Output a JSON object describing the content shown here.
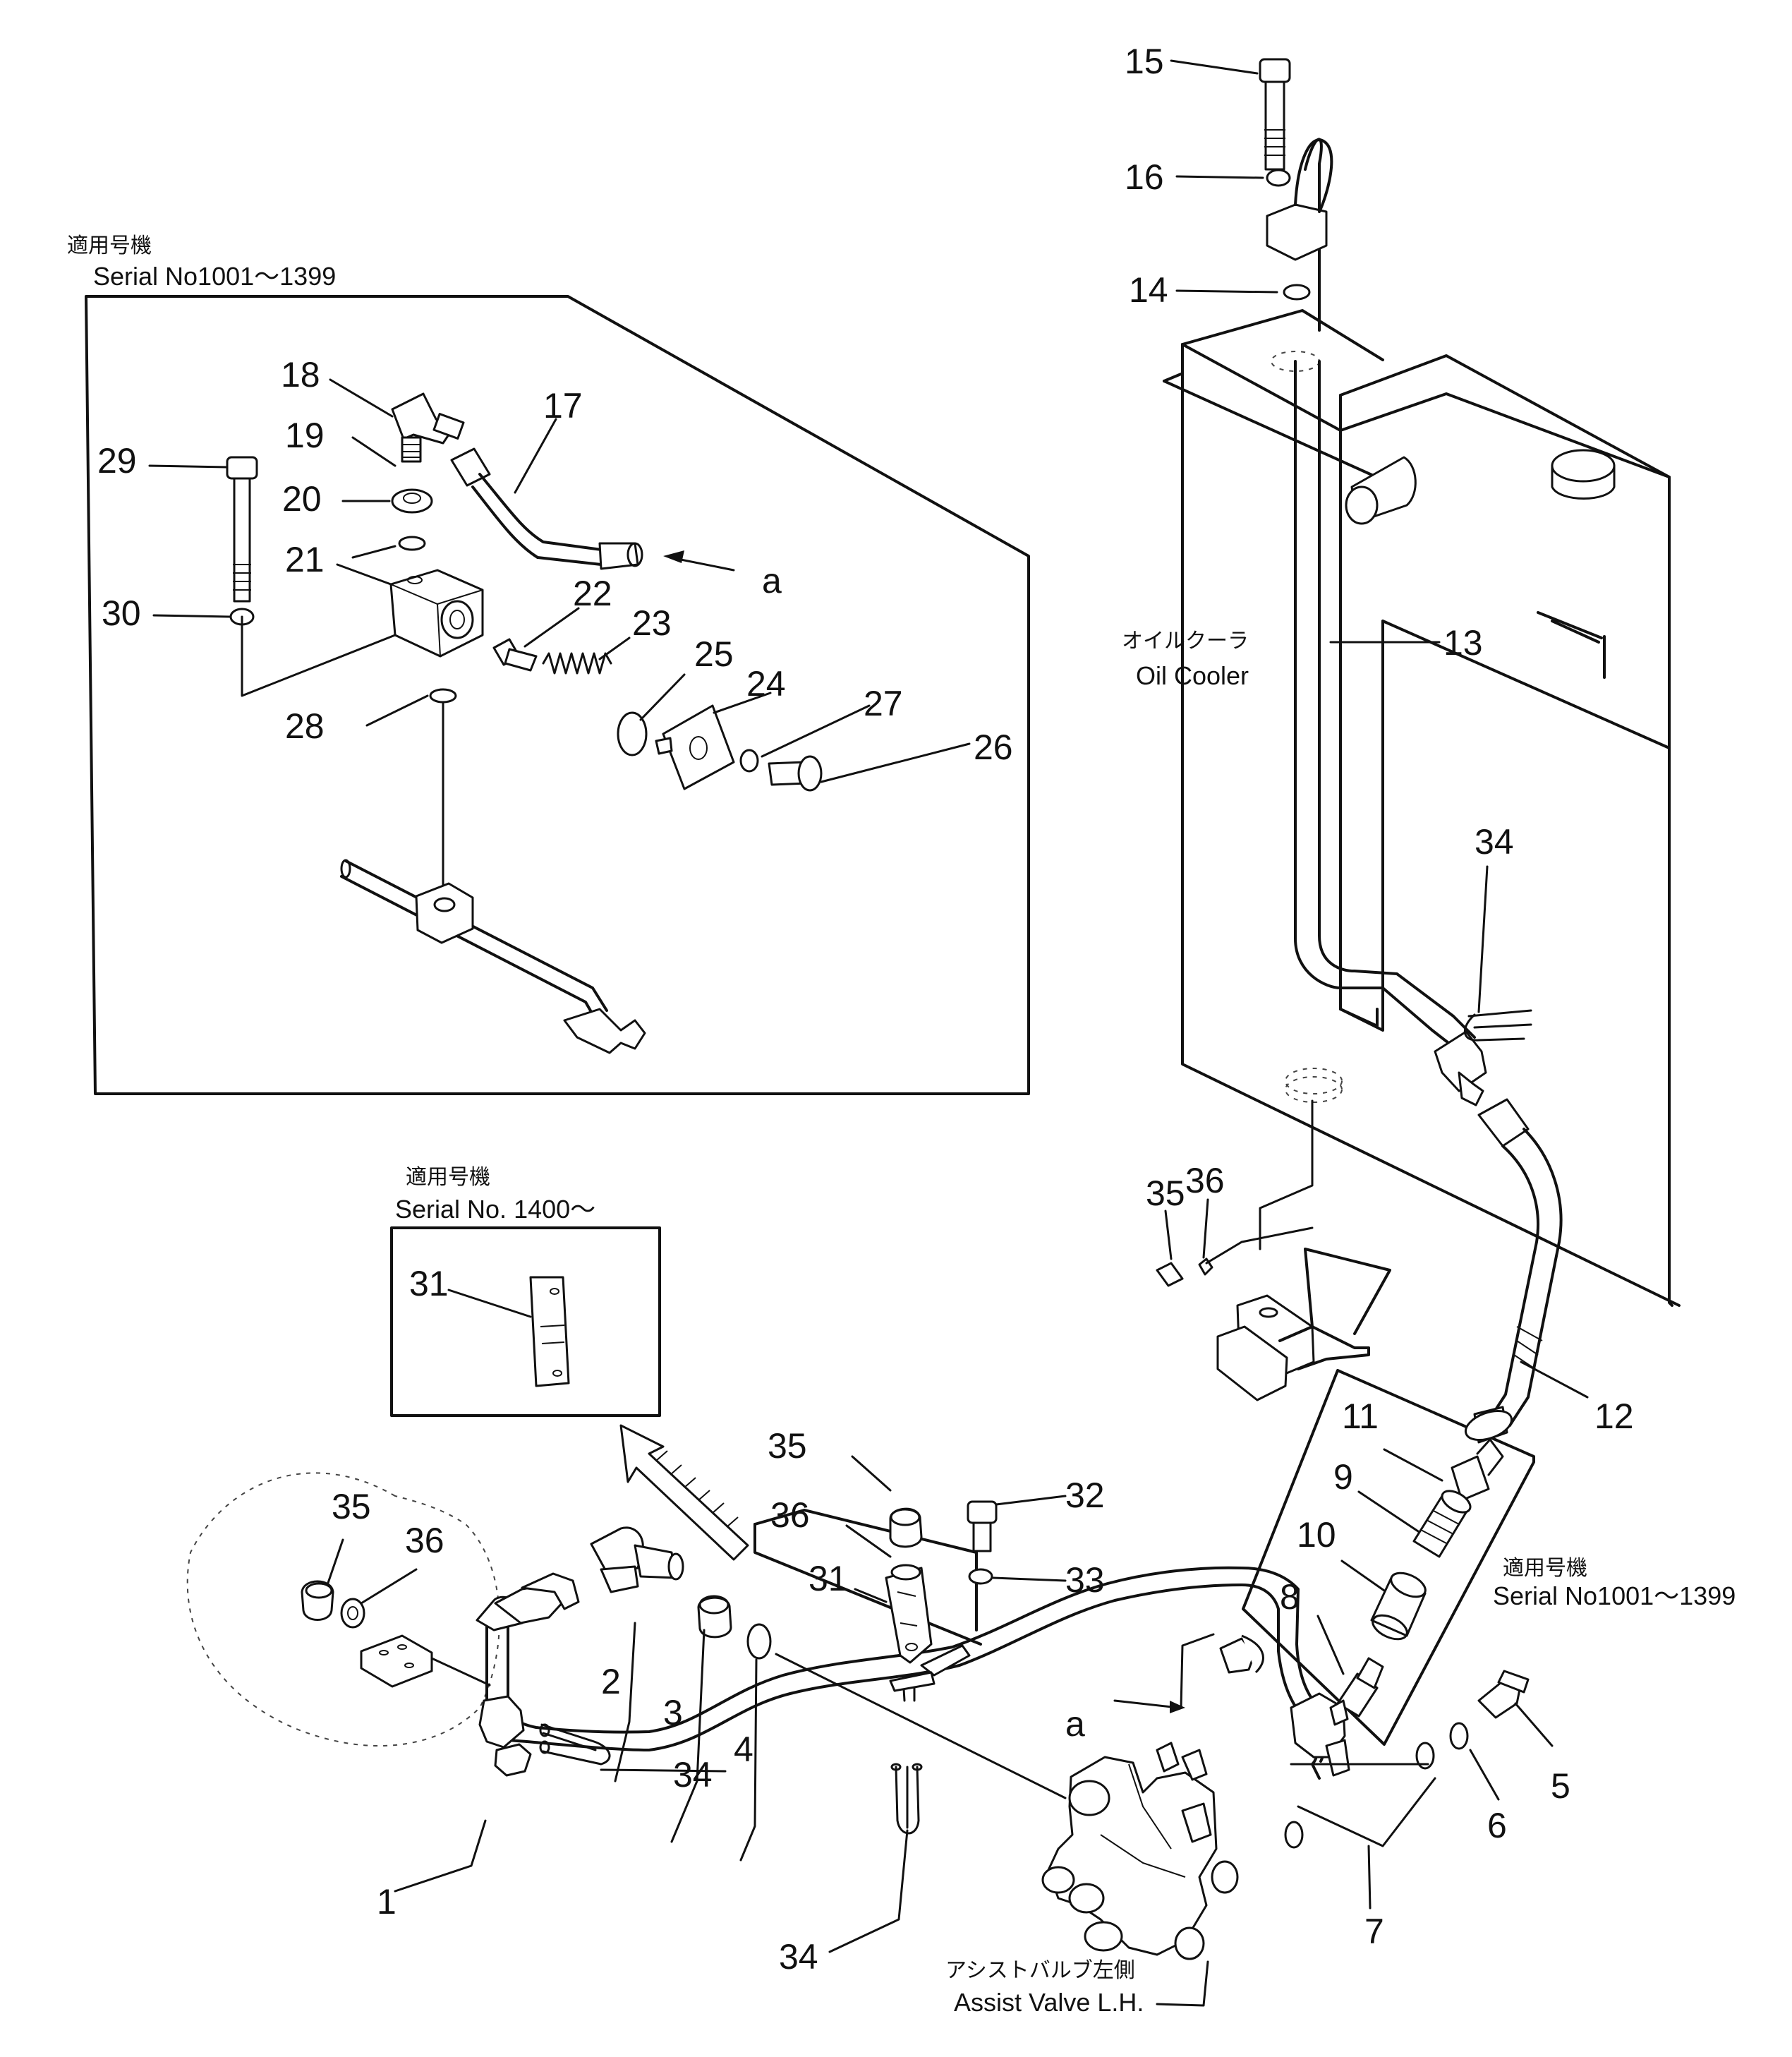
{
  "callouts": [
    "1",
    "2",
    "3",
    "4",
    "5",
    "6",
    "7",
    "8",
    "9",
    "10",
    "11",
    "12",
    "13",
    "14",
    "15",
    "16",
    "17",
    "18",
    "19",
    "20",
    "21",
    "22",
    "23",
    "24",
    "25",
    "26",
    "27",
    "28",
    "29",
    "30",
    "31",
    "32",
    "33",
    "34",
    "35",
    "36"
  ],
  "view_marker": "a",
  "labels": {
    "oil_cooler_jp": "オイルクーラ",
    "oil_cooler_en": "Oil Cooler",
    "assist_valve_jp": "アシストバルブ左側",
    "assist_valve_en": "Assist Valve L.H."
  },
  "insets": {
    "top_left": {
      "heading_jp": "適用号機",
      "serial": "Serial No1001～1399"
    },
    "small_box": {
      "heading_jp": "適用号機",
      "serial": "Serial No. 1400～"
    },
    "right_box": {
      "heading_jp": "適用号機",
      "serial": "Serial No1001～1399"
    }
  }
}
